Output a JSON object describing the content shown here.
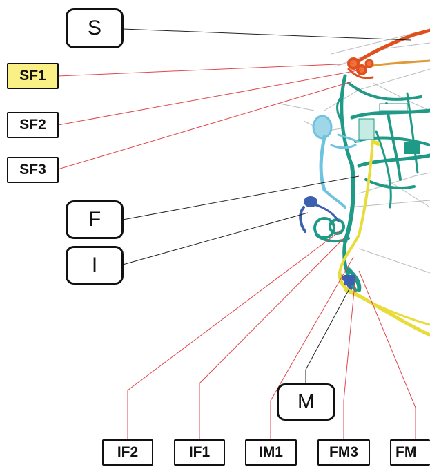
{
  "diagram": {
    "highlight_color": "#fbf086",
    "lead_colors": {
      "connector": "#e0464c",
      "component": "#222222"
    },
    "callouts": {
      "s": {
        "label": "S"
      },
      "sf1": {
        "label": "SF1",
        "highlighted": true
      },
      "sf2": {
        "label": "SF2"
      },
      "sf3": {
        "label": "SF3"
      },
      "f": {
        "label": "F"
      },
      "i": {
        "label": "I"
      },
      "m": {
        "label": "M"
      },
      "if2": {
        "label": "IF2"
      },
      "if1": {
        "label": "IF1"
      },
      "im1": {
        "label": "IM1"
      },
      "fm3": {
        "label": "FM3"
      },
      "fm": {
        "label": "FM"
      }
    },
    "harness_colors": {
      "teal": "#1f9a86",
      "light_blue": "#6ec3de",
      "blue": "#3d5fb0",
      "yellow": "#e8dc3a",
      "orange": "#e0501c",
      "tan": "#e09a3a"
    }
  }
}
